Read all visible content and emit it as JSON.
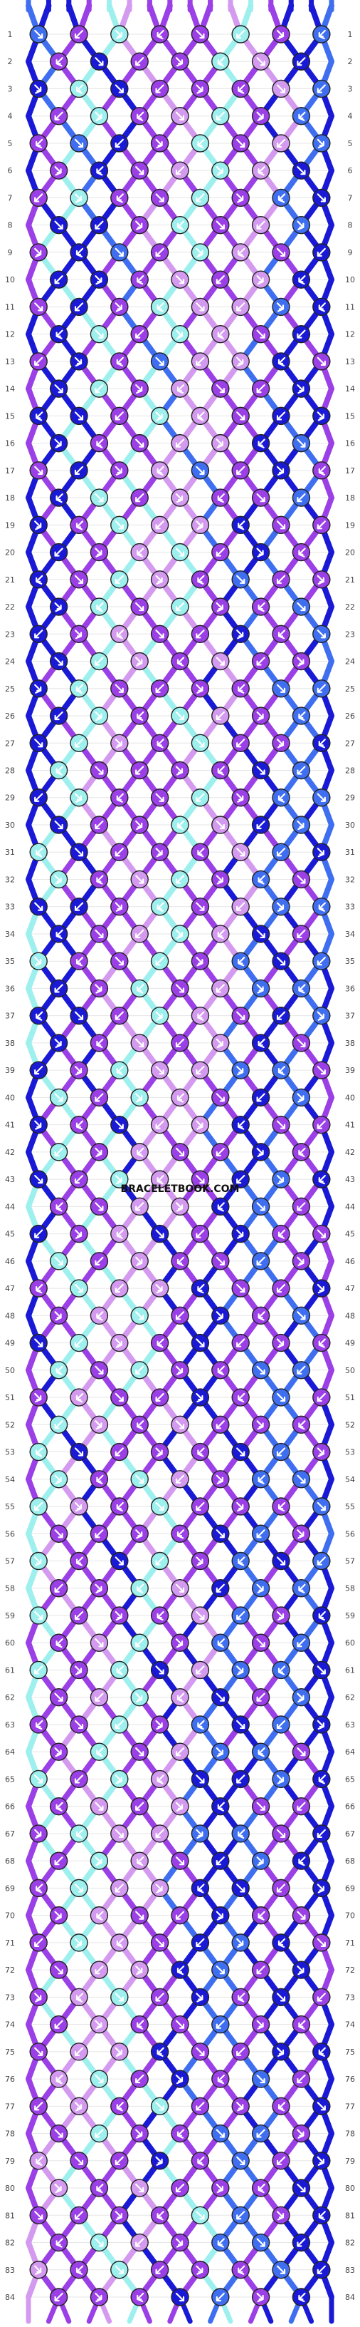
{
  "watermark": "BRACELETBOOK.COM",
  "palette": {
    "royal": "#1a1ad6",
    "blue": "#3f6ff0",
    "violet": "#9b3fe6",
    "lilac": "#d49af0",
    "aqua": "#9ef0ee",
    "outline": "#222222",
    "arrow": "#ffffff"
  },
  "pattern": {
    "strings": 16,
    "rows": 84,
    "string_colors": [
      "blue",
      "royal",
      "royal",
      "violet",
      "aqua",
      "lilac",
      "violet",
      "violet",
      "violet",
      "violet",
      "lilac",
      "aqua",
      "violet",
      "royal",
      "royal",
      "blue"
    ]
  },
  "row_numbers": [
    1,
    2,
    3,
    4,
    5,
    6,
    7,
    8,
    9,
    10,
    11,
    12,
    13,
    14,
    15,
    16,
    17,
    18,
    19,
    20,
    21,
    22,
    23,
    24,
    25,
    26,
    27,
    28,
    29,
    30,
    31,
    32,
    33,
    34,
    35,
    36,
    37,
    38,
    39,
    40,
    41,
    42,
    43,
    44,
    45,
    46,
    47,
    48,
    49,
    50,
    51,
    52,
    53,
    54,
    55,
    56,
    57,
    58,
    59,
    60,
    61,
    62,
    63,
    64,
    65,
    66,
    67,
    68,
    69,
    70,
    71,
    72,
    73,
    74,
    75,
    76,
    77,
    78,
    79,
    80,
    81,
    82,
    83,
    84
  ]
}
